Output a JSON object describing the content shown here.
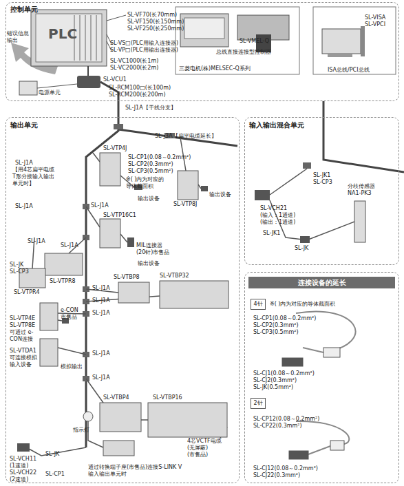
{
  "diagram": {
    "nodes": [
      {
        "text": [
          "控制单元"
        ]
      },
      {
        "text": [
          "SL-VMEL-Q",
          "总线直接连接型控制器",
          "三菱电机(株)MELSEC-Q系列"
        ],
        "in": 0
      },
      {
        "text": [
          "SL-VISA",
          "SL-VPCI",
          "ISA总线/PCI总线"
        ],
        "in": 0
      },
      {
        "text": [
          "输出单元"
        ]
      },
      {
        "text": [
          "输入输出混合单元"
        ]
      },
      {
        "text": [
          "连接设备的延长"
        ]
      },
      {
        "text": [
          "4针"
        ],
        "in": 5
      },
      {
        "text": [
          "2针"
        ],
        "in": 5
      }
    ],
    "edges": [
      {
        "from": 0,
        "to": 3,
        "arrow": "none"
      },
      {
        "from": 0,
        "to": 4,
        "arrow": "none"
      }
    ],
    "labels": [
      "SL-VF70(长70mm)",
      "SL-VF150(长150mm)",
      "SL-VF250(长250mm)",
      "SL-VS□(PLC用输入连接器)",
      "SL-VP□(PLC用输出连接器)",
      "SL-VC1000(长1m)",
      "SL-VC2000(长2m)",
      "PLC",
      "错误信息 输出",
      "SL-VCU1",
      "SL-RCM100□(长100m)",
      "SL-RCM200(长200m)",
      "电源单元",
      "SL-J1A【干线分支】",
      "SL-J3A【扁平电缆延长】",
      "SL-VTP4J",
      "SL-CP1(0.08～0.2mm²)",
      "SL-CP2(0.3mm²)",
      "SL-CP3(0.5mm²)",
      "※( )内为对应的 导体截面积",
      "输出设备",
      "SL-VTP8J",
      "输出设备",
      "SL-J1A",
      "【用4芯扁平电缆 T形分接输入输出 单元时】",
      "SL-J1A",
      "SL-J1A",
      "SL-VTP16C1",
      "MIL连接器 (20针)市售品",
      "输出设备",
      "SL-J1A",
      "SL-J1A",
      "SL-J1A",
      "SL-J1A",
      "SL-J1A",
      "SL-J1A",
      "SL-J1A",
      "SL-JK",
      "SL-CP3",
      "SL-VTPR8",
      "SL-VTPR4",
      "SL-VTBP8",
      "SL-VTBP32",
      "SL-VTP4E",
      "SL-VTP8E",
      "可通过 e-CON连接",
      "e-CON 市售品",
      "SL-VTDA1",
      "可连接模拟 输入设备",
      "模拟输出",
      "SL-VTBP4",
      "SL-VTBP16",
      "指示灯",
      "4芯VCTF电缆 (无屏蔽) (市售品)",
      "通过转换端子座(市售品)连接S-LINK V 输入输出单元时",
      "SL-VCH11",
      "(1速道)",
      "SL-VCH22",
      "(2速道)",
      "SL-JK",
      "SL-CP1",
      "SL-JK1",
      "SL-CP3",
      "分歧传感器 NA1-PK3",
      "SL-VCH21",
      "(输入：1通道)",
      "(输出：1通道)",
      "SL-JK1",
      "SL-JK",
      "※( )内为对应的导体截面积",
      "SL-CP1(0.08～0.2mm²)",
      "SL-CP2(0.3mm²)",
      "SL-CP3(0.5mm²)",
      "SL-CJ1(0.08～0.2mm²)",
      "SL-CJ2(0.3mm²)",
      "SL-JK(0.5mm²)",
      "SL-CP12(0.08～0.2mm²)",
      "SL-CP22(0.3mm²)",
      "SL-CJ12(0.08～0.2mm²)",
      "SL-CJ22(0.3mm²)"
    ]
  }
}
